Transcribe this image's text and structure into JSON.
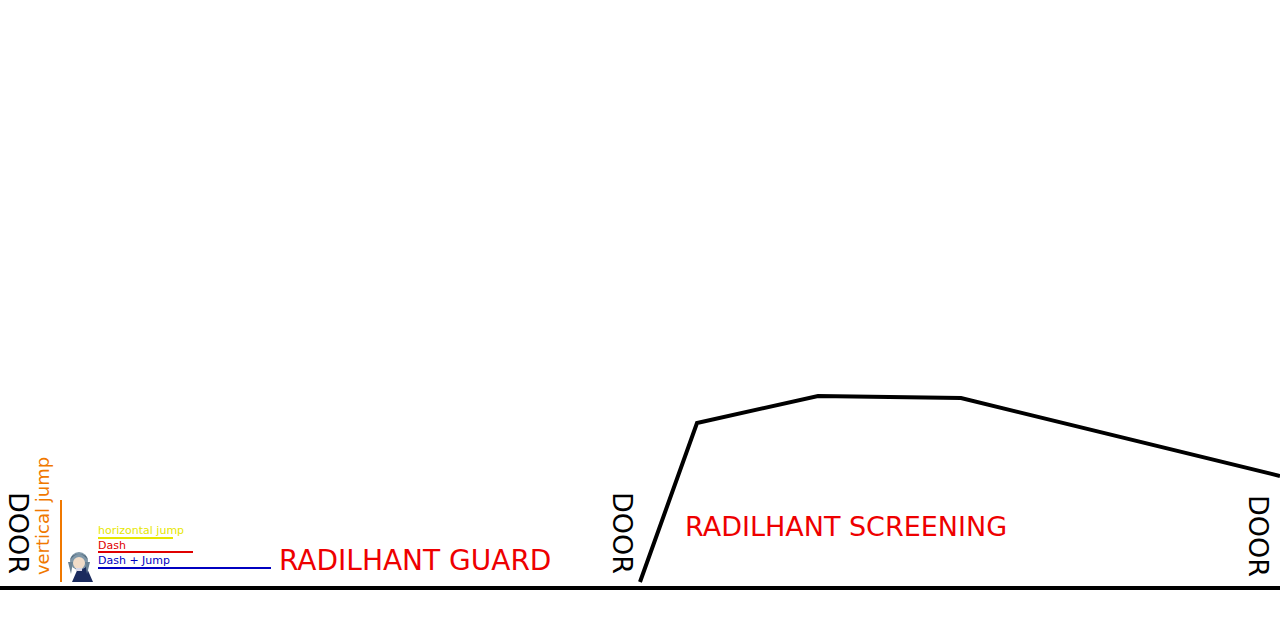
{
  "diagram": {
    "labels": [
      "DOOR",
      "vertical jump",
      "horizontal jump",
      "Dash",
      "Dash + Jump",
      "RADILHANT GUARD",
      "DOOR",
      "RADILHANT SCREENING",
      "DOOR"
    ]
  }
}
